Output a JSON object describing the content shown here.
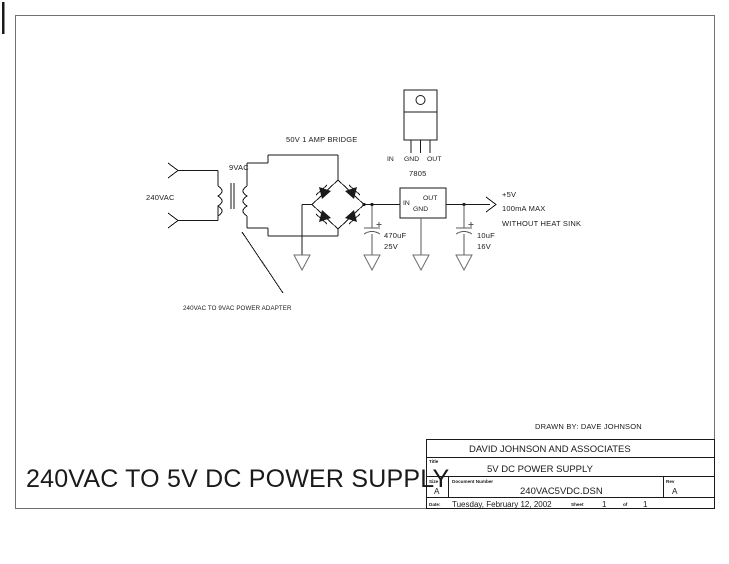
{
  "document": {
    "main_title": "240VAC TO 5V DC POWER SUPPLY",
    "drawn_by": "DRAWN BY:  DAVE JOHNSON"
  },
  "title_block": {
    "company": "DAVID JOHNSON AND ASSOCIATES",
    "title_label": "Title",
    "title_value": "5V DC POWER SUPPLY",
    "size_label": "Size",
    "size_value": "A",
    "docnum_label": "Document Number",
    "docnum_value": "240VAC5VDC.DSN",
    "rev_label": "Rev",
    "rev_value": "A",
    "date_label": "Date:",
    "date_value": "Tuesday, February 12, 2002",
    "sheet_label": "Sheet",
    "sheet_number": "1",
    "sheet_of": "of",
    "sheet_total": "1"
  },
  "schematic": {
    "input_label": "240VAC",
    "transformer_secondary": "9VAC",
    "bridge_label": "50V 1 AMP BRIDGE",
    "adapter_note": "240VAC TO 9VAC POWER ADAPTER",
    "regulator": {
      "part": "7805",
      "pkg_pin_in": "IN",
      "pkg_pin_gnd": "GND",
      "pkg_pin_out": "OUT",
      "sym_in": "IN",
      "sym_out": "OUT",
      "sym_gnd": "GND"
    },
    "cap_input": {
      "value": "470uF",
      "rating": "25V"
    },
    "cap_output": {
      "value": "10uF",
      "rating": "16V"
    },
    "output": {
      "voltage": "+5V",
      "current": "100mA MAX",
      "note": "WITHOUT HEAT SINK"
    }
  },
  "colors": {
    "ink": "#1a1a1a",
    "frame": "#6d7276",
    "wire_dim": "#555a5e"
  }
}
